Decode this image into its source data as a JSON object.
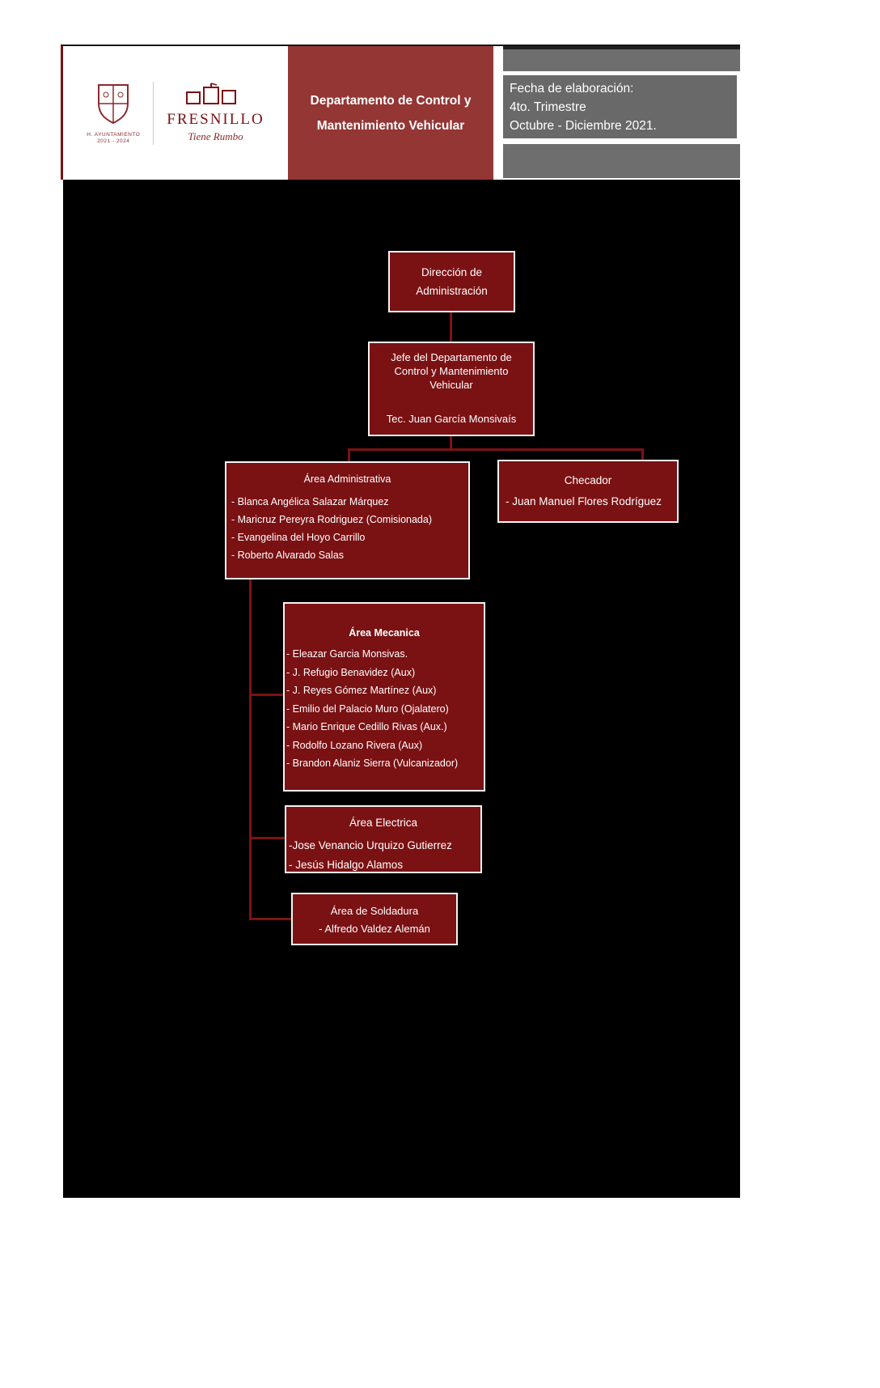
{
  "document": {
    "header": {
      "logo": {
        "ayuntamiento": "H. AYUNTAMIENTO",
        "years": "2021 - 2024",
        "brand": "FRESNILLO",
        "tagline": "Tiene Rumbo"
      },
      "title_line1": "Departamento de Control y",
      "title_line2": "Mantenimiento Vehicular",
      "date": {
        "line1": "Fecha de elaboración:",
        "line2": "4to. Trimestre",
        "line3": "Octubre - Diciembre 2021."
      }
    },
    "org": {
      "direccion": {
        "line1": "Dirección de",
        "line2": "Administración"
      },
      "jefe": {
        "title": "Jefe del Departamento de Control y Mantenimiento Vehicular",
        "name": "Tec. Juan García Monsivaís"
      },
      "admin": {
        "title": "Área Administrativa",
        "members": [
          "- Blanca Angélica Salazar Márquez",
          "- Maricruz Pereyra Rodriguez (Comisionada)",
          "- Evangelina del Hoyo Carrillo",
          "- Roberto Alvarado Salas"
        ]
      },
      "checador": {
        "title": "Checador",
        "members": [
          "- Juan Manuel Flores Rodríguez"
        ]
      },
      "mecanica": {
        "title": "Área Mecanica",
        "members": [
          "- Eleazar Garcia Monsivas.",
          "- J. Refugio Benavidez (Aux)",
          "- J. Reyes Gómez Martínez (Aux)",
          "- Emilio del Palacio Muro (Ojalatero)",
          "- Mario Enrique Cedillo Rivas (Aux.)",
          "- Rodolfo Lozano Rivera (Aux)",
          "- Brandon Alaniz Sierra (Vulcanizador)"
        ]
      },
      "electrica": {
        "title": "Área Electrica",
        "members": [
          "-Jose Venancio Urquizo Gutierrez",
          "- Jesús Hidalgo Alamos"
        ]
      },
      "soldadura": {
        "title": "Área de Soldadura",
        "members": [
          "- Alfredo Valdez Alemán"
        ]
      }
    },
    "colors": {
      "box_red": "#7a1113",
      "header_red": "#943634",
      "gray": "#696969",
      "canvas_black": "#000000"
    }
  }
}
